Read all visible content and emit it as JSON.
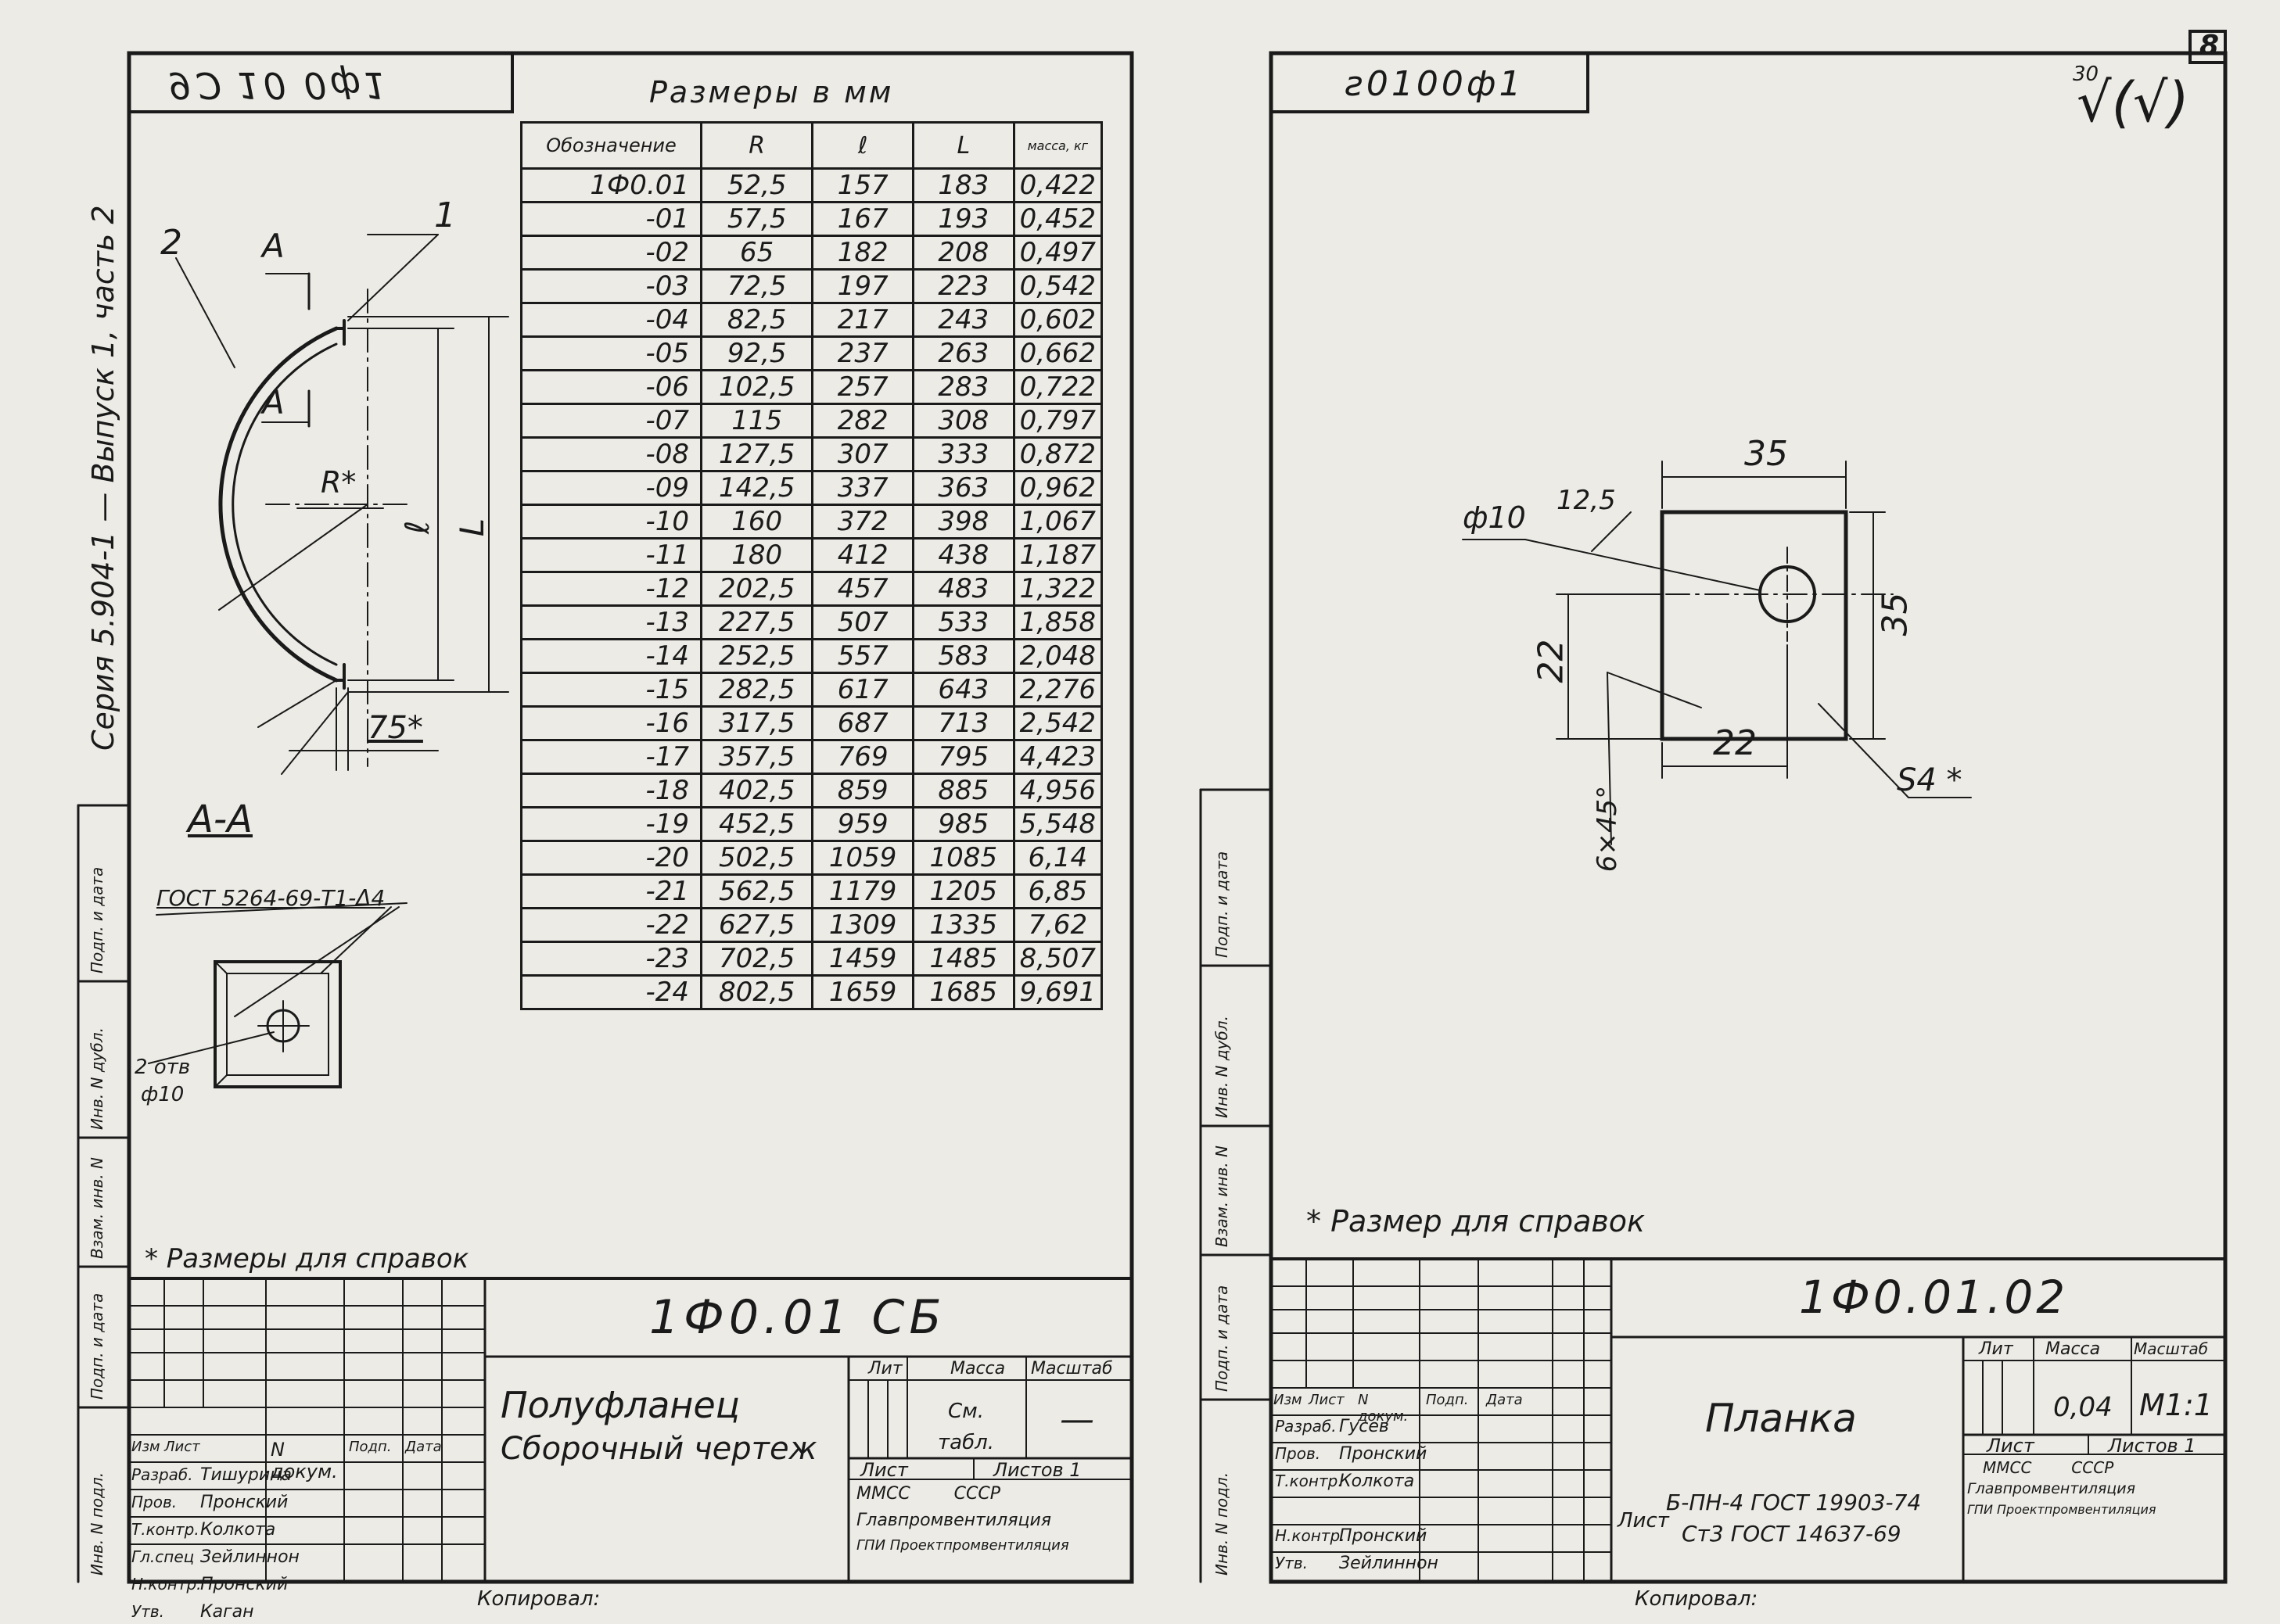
{
  "left_sheet": {
    "code_inverted": "9Ɔ 10 0ф1",
    "sheet_number": "",
    "table_title": "Размеры  в мм",
    "table_headers": [
      "Обозначение",
      "R",
      "ℓ",
      "L",
      "масса, кг"
    ],
    "table_rows": [
      [
        "1Ф0.01",
        "52,5",
        "157",
        "183",
        "0,422"
      ],
      [
        "-01",
        "57,5",
        "167",
        "193",
        "0,452"
      ],
      [
        "-02",
        "65",
        "182",
        "208",
        "0,497"
      ],
      [
        "-03",
        "72,5",
        "197",
        "223",
        "0,542"
      ],
      [
        "-04",
        "82,5",
        "217",
        "243",
        "0,602"
      ],
      [
        "-05",
        "92,5",
        "237",
        "263",
        "0,662"
      ],
      [
        "-06",
        "102,5",
        "257",
        "283",
        "0,722"
      ],
      [
        "-07",
        "115",
        "282",
        "308",
        "0,797"
      ],
      [
        "-08",
        "127,5",
        "307",
        "333",
        "0,872"
      ],
      [
        "-09",
        "142,5",
        "337",
        "363",
        "0,962"
      ],
      [
        "-10",
        "160",
        "372",
        "398",
        "1,067"
      ],
      [
        "-11",
        "180",
        "412",
        "438",
        "1,187"
      ],
      [
        "-12",
        "202,5",
        "457",
        "483",
        "1,322"
      ],
      [
        "-13",
        "227,5",
        "507",
        "533",
        "1,858"
      ],
      [
        "-14",
        "252,5",
        "557",
        "583",
        "2,048"
      ],
      [
        "-15",
        "282,5",
        "617",
        "643",
        "2,276"
      ],
      [
        "-16",
        "317,5",
        "687",
        "713",
        "2,542"
      ],
      [
        "-17",
        "357,5",
        "769",
        "795",
        "4,423"
      ],
      [
        "-18",
        "402,5",
        "859",
        "885",
        "4,956"
      ],
      [
        "-19",
        "452,5",
        "959",
        "985",
        "5,548"
      ],
      [
        "-20",
        "502,5",
        "1059",
        "1085",
        "6,14"
      ],
      [
        "-21",
        "562,5",
        "1179",
        "1205",
        "6,85"
      ],
      [
        "-22",
        "627,5",
        "1309",
        "1335",
        "7,62"
      ],
      [
        "-23",
        "702,5",
        "1459",
        "1485",
        "8,507"
      ],
      [
        "-24",
        "802,5",
        "1659",
        "1685",
        "9,691"
      ]
    ],
    "drawing_labels": {
      "pos2": "2",
      "pos1": "1",
      "sec_a_top": "A",
      "sec_a_mid": "A",
      "radius": "R*",
      "l_small": "ℓ",
      "l_big": "L",
      "dim75": "75*",
      "section_title": "A-A",
      "gost": "ГОСТ 5264-69-Т1-Δ4",
      "holes": "2 отв",
      "hole_d": "ф10"
    },
    "note": "* Размеры для справок",
    "side_text": "Серия 5.904-1  —  Выпуск 1, часть 2",
    "side_labels": [
      "Инв. N подл.",
      "Подп. и дата",
      "Взам. инв. N",
      "Инв. N дубл.",
      "Подп. и дата"
    ],
    "stamp": {
      "designation": "1Ф0.01 СБ",
      "name_line1": "Полуфланец",
      "name_line2": "Сборочный чертеж",
      "col_headers": [
        "Изм",
        "Лист",
        "N докум.",
        "Подп.",
        "Дата"
      ],
      "people": [
        [
          "Разраб.",
          "Тишурина"
        ],
        [
          "Пров.",
          "Пронский"
        ],
        [
          "Т.контр.",
          "Колкота"
        ],
        [
          "Гл.спец",
          "Зейлиннон"
        ],
        [
          "Н.контр.",
          "Пронский"
        ],
        [
          "Утв.",
          "Каган"
        ]
      ],
      "lit": "Лит",
      "mass": "Масса",
      "scale": "Масштаб",
      "mass_value": "См. табл.",
      "scale_value": "—",
      "sheet": "Лист",
      "sheets": "Листов 1",
      "org1": "ММСС        СССР",
      "org2": "Главпромвентиляция",
      "org3": "ГПИ Проектпромвентиляция"
    },
    "copied": "Копировал:"
  },
  "right_sheet": {
    "code_inverted": "ƨ0100ф1",
    "sheet_number": "8",
    "roughness": "30",
    "roughness_sym": "√(√)",
    "dims": {
      "d35_top": "35",
      "d35_side": "35",
      "d22_left": "22",
      "d22_bottom": "22",
      "hole": "ф10",
      "r125": "12,5",
      "chamfer": "6×45°",
      "thick": "S4 *"
    },
    "note": "* Размер для справок",
    "stamp": {
      "designation": "1Ф0.01.02",
      "name": "Планка",
      "col_headers": [
        "Изм",
        "Лист",
        "N докум.",
        "Подп.",
        "Дата"
      ],
      "people": [
        [
          "Разраб.",
          "Гусев"
        ],
        [
          "Пров.",
          "Пронский"
        ],
        [
          "Т.контр.",
          "Колкота"
        ],
        [
          "",
          ""
        ],
        [
          "Н.контр.",
          "Пронский"
        ],
        [
          "Утв.",
          "Зейлиннон"
        ]
      ],
      "lit": "Лит",
      "mass": "Масса",
      "scale": "Масштаб",
      "mass_value": "0,04",
      "scale_value": "М1:1",
      "sheet": "Лист",
      "sheets": "Листов 1",
      "material_prefix": "Лист",
      "material_line1": "Б-ПН-4 ГОСТ 19903-74",
      "material_line2": "Ст3 ГОСТ 14637-69",
      "org1": "ММСС        СССР",
      "org2": "Главпромвентиляция",
      "org3": "ГПИ Проектпромвентиляция"
    },
    "copied": "Копировал:"
  }
}
